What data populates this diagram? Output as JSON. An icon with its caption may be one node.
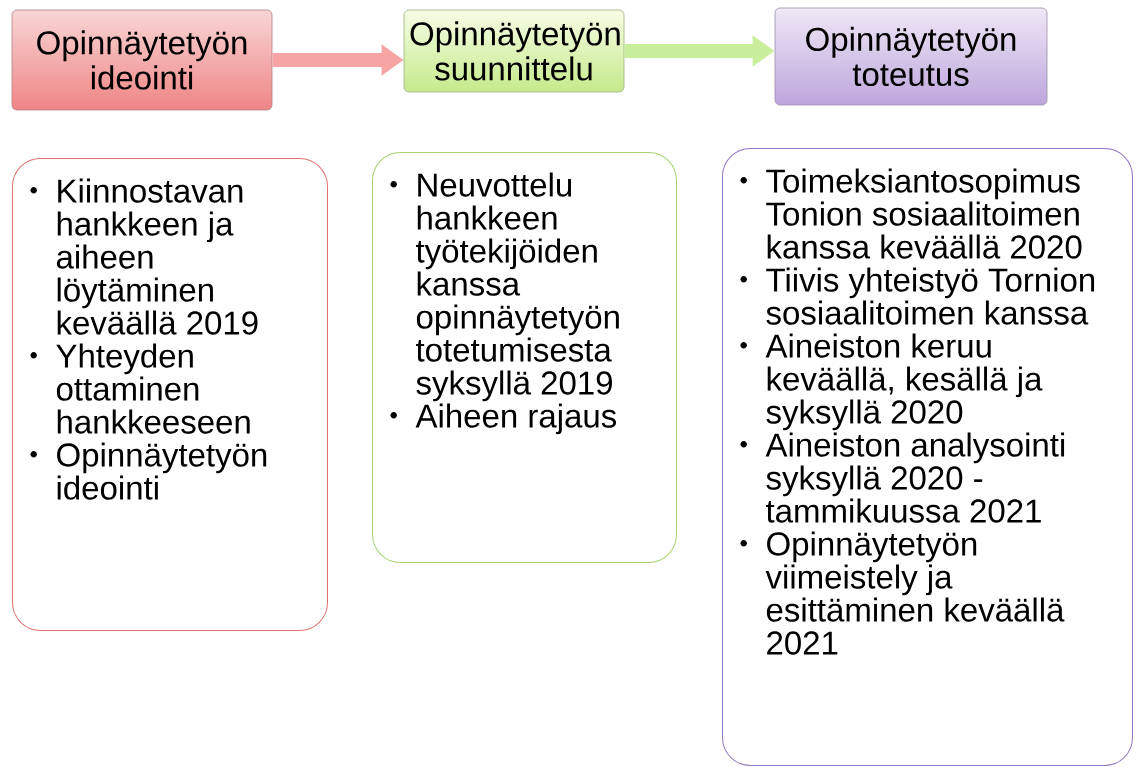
{
  "diagram": {
    "nodes": [
      {
        "text": [
          "Opinnäytetyön ideointi"
        ]
      },
      {
        "text": [
          "Opinnäytetyön suunnittelu"
        ]
      },
      {
        "text": [
          "Opinnäytetyön toteutus"
        ]
      },
      {
        "text": [
          "Kiinnostavan hankkeen ja aiheen löytäminen keväällä 2019",
          "Yhteyden ottaminen hankkeeseen",
          "Opinnäytetyön ideointi"
        ]
      },
      {
        "text": [
          "Neuvottelu hankkeen työtekijöiden kanssa opinnäytetyön totetumisesta syksyllä 2019",
          "Aiheen rajaus"
        ]
      },
      {
        "text": [
          "Toimeksiantosopimus Tonion sosiaalitoimen kanssa keväällä 2020",
          "Tiivis yhteistyö Tornion sosiaalitoimen kanssa",
          "Aineiston keruu keväällä, kesällä ja syksyllä 2020",
          "Aineiston analysointi syksyllä 2020 - tammikuussa 2021",
          "Opinnäytetyön viimeistely ja esittäminen keväällä 2021"
        ]
      }
    ],
    "edges": [
      {
        "from": 0,
        "to": 1,
        "arrow": "to",
        "color": "#f7a4a4"
      },
      {
        "from": 1,
        "to": 2,
        "arrow": "to",
        "color": "#c9ef9c"
      }
    ]
  }
}
